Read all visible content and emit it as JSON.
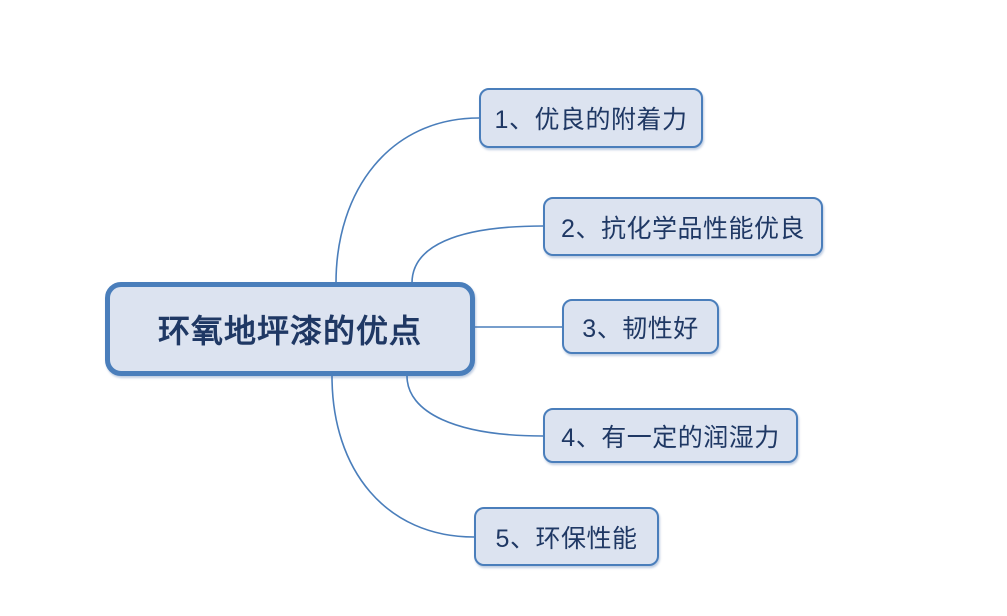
{
  "diagram": {
    "type": "mind-map",
    "title": "环氧地坪漆的优点",
    "root": {
      "label": "环氧地坪漆的优点"
    },
    "branches": [
      {
        "index": "1",
        "label": "1、优良的附着力"
      },
      {
        "index": "2",
        "label": "2、抗化学品性能优良"
      },
      {
        "index": "3",
        "label": "3、韧性好"
      },
      {
        "index": "4",
        "label": "4、有一定的润湿力"
      },
      {
        "index": "5",
        "label": "5、环保性能"
      }
    ],
    "colors": {
      "node_fill": "#DCE3F0",
      "node_border": "#4A7EBB",
      "text": "#1F3864",
      "connector": "#4A7EBB",
      "background": "#FFFFFF"
    }
  }
}
